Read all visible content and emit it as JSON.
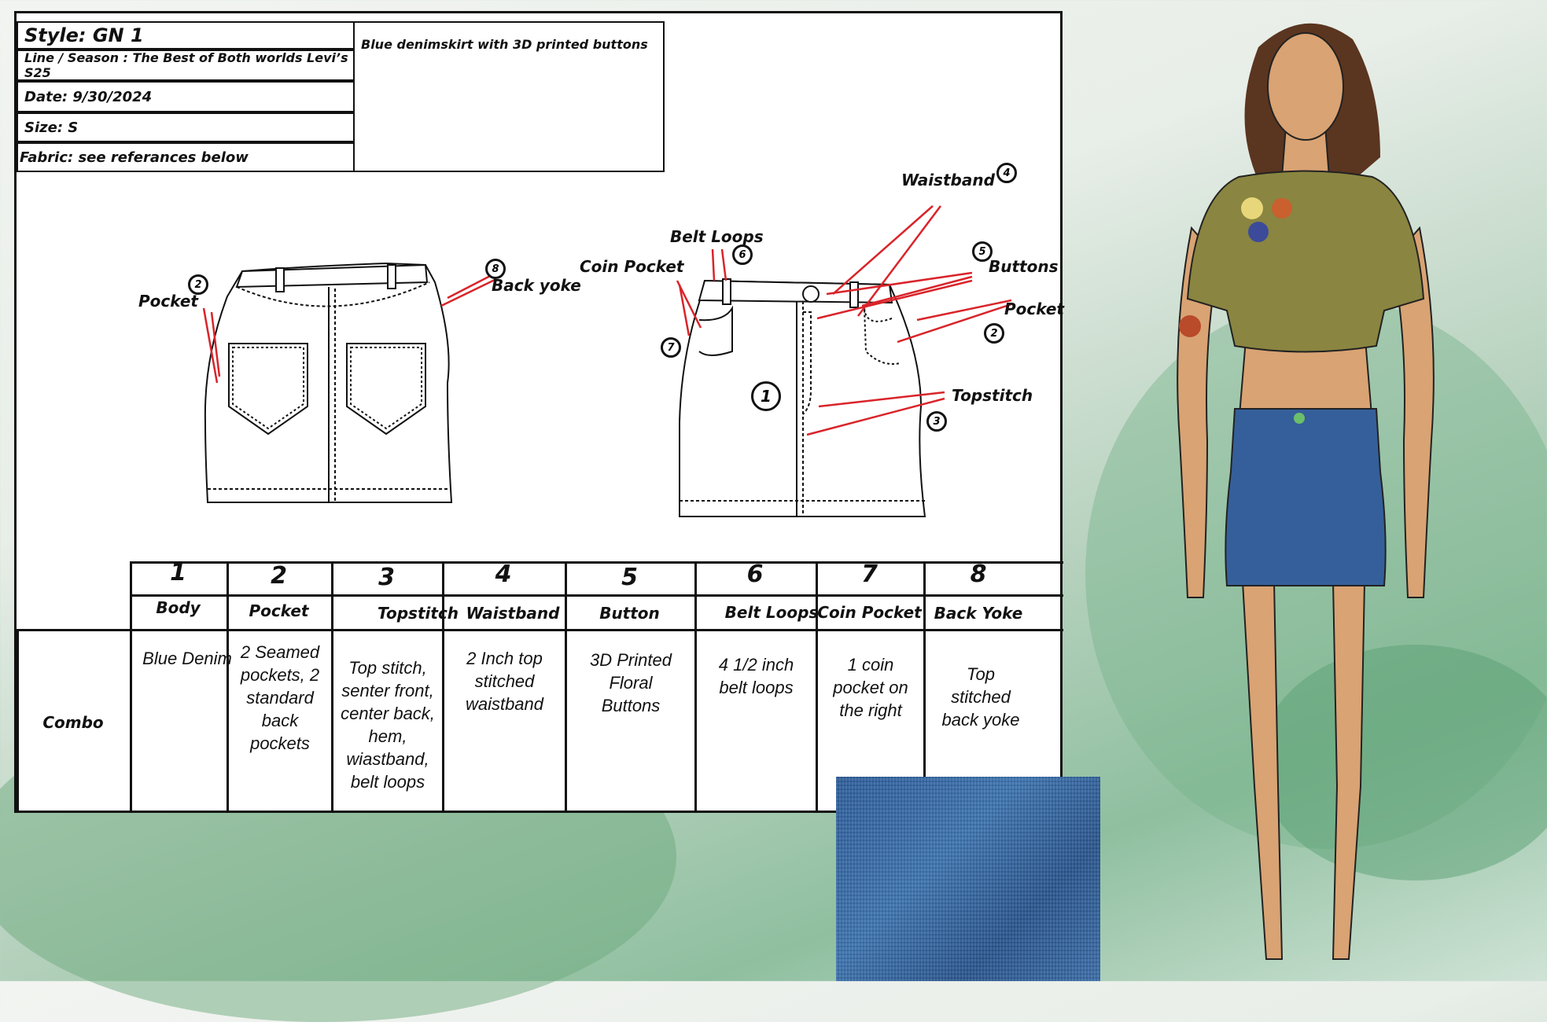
{
  "header": {
    "style": "Style: GN 1",
    "line_season": "Line / Season : The Best of Both worlds Levi’s S25",
    "date": "Date: 9/30/2024",
    "size": "Size: S",
    "fabric": "Fabric: see referances below",
    "description": "Blue denimskirt with 3D printed buttons"
  },
  "callouts": {
    "back": {
      "pocket": "Pocket",
      "pocket_num": "2",
      "back_yoke": "Back yoke",
      "back_yoke_num": "8"
    },
    "front": {
      "belt_loops": "Belt Loops",
      "belt_loops_num": "6",
      "coin_pocket": "Coin Pocket",
      "coin_pocket_num": "7",
      "waistband": "Waistband",
      "waistband_num": "4",
      "buttons": "Buttons",
      "buttons_num": "5",
      "pocket": "Pocket",
      "pocket_num": "2",
      "topstitch": "Topstitch",
      "topstitch_num": "3",
      "body_num": "1"
    }
  },
  "table": {
    "row_label": "Combo",
    "columns": [
      {
        "num": "1",
        "label": "Body",
        "text": [
          "Blue Denim"
        ]
      },
      {
        "num": "2",
        "label": "Pocket",
        "text": [
          "2 Seamed",
          "pockets, 2",
          "standard",
          "back",
          "pockets"
        ]
      },
      {
        "num": "3",
        "label": "Topstitch",
        "text": [
          "Top stitch,",
          "senter front,",
          "center back,",
          "hem,",
          "wiastband,",
          "belt loops"
        ]
      },
      {
        "num": "4",
        "label": "Waistband",
        "text": [
          "2 Inch top",
          "stitched",
          "waistband"
        ]
      },
      {
        "num": "5",
        "label": "Button",
        "text": [
          "3D Printed",
          "Floral",
          "Buttons"
        ]
      },
      {
        "num": "6",
        "label": "Belt Loops",
        "text": [
          "4  1/2 inch",
          "belt loops"
        ]
      },
      {
        "num": "7",
        "label": "Coin Pocket",
        "text": [
          "1 coin",
          "pocket on",
          "the right"
        ]
      },
      {
        "num": "8",
        "label": "Back Yoke",
        "text": [
          "Top",
          "stitched",
          "back yoke"
        ]
      }
    ]
  },
  "colors": {
    "callout_line": "#d9242a",
    "denim": "#355f9a",
    "top": "#8a8540",
    "skin": "#d9a373",
    "hair": "#5a3520"
  }
}
